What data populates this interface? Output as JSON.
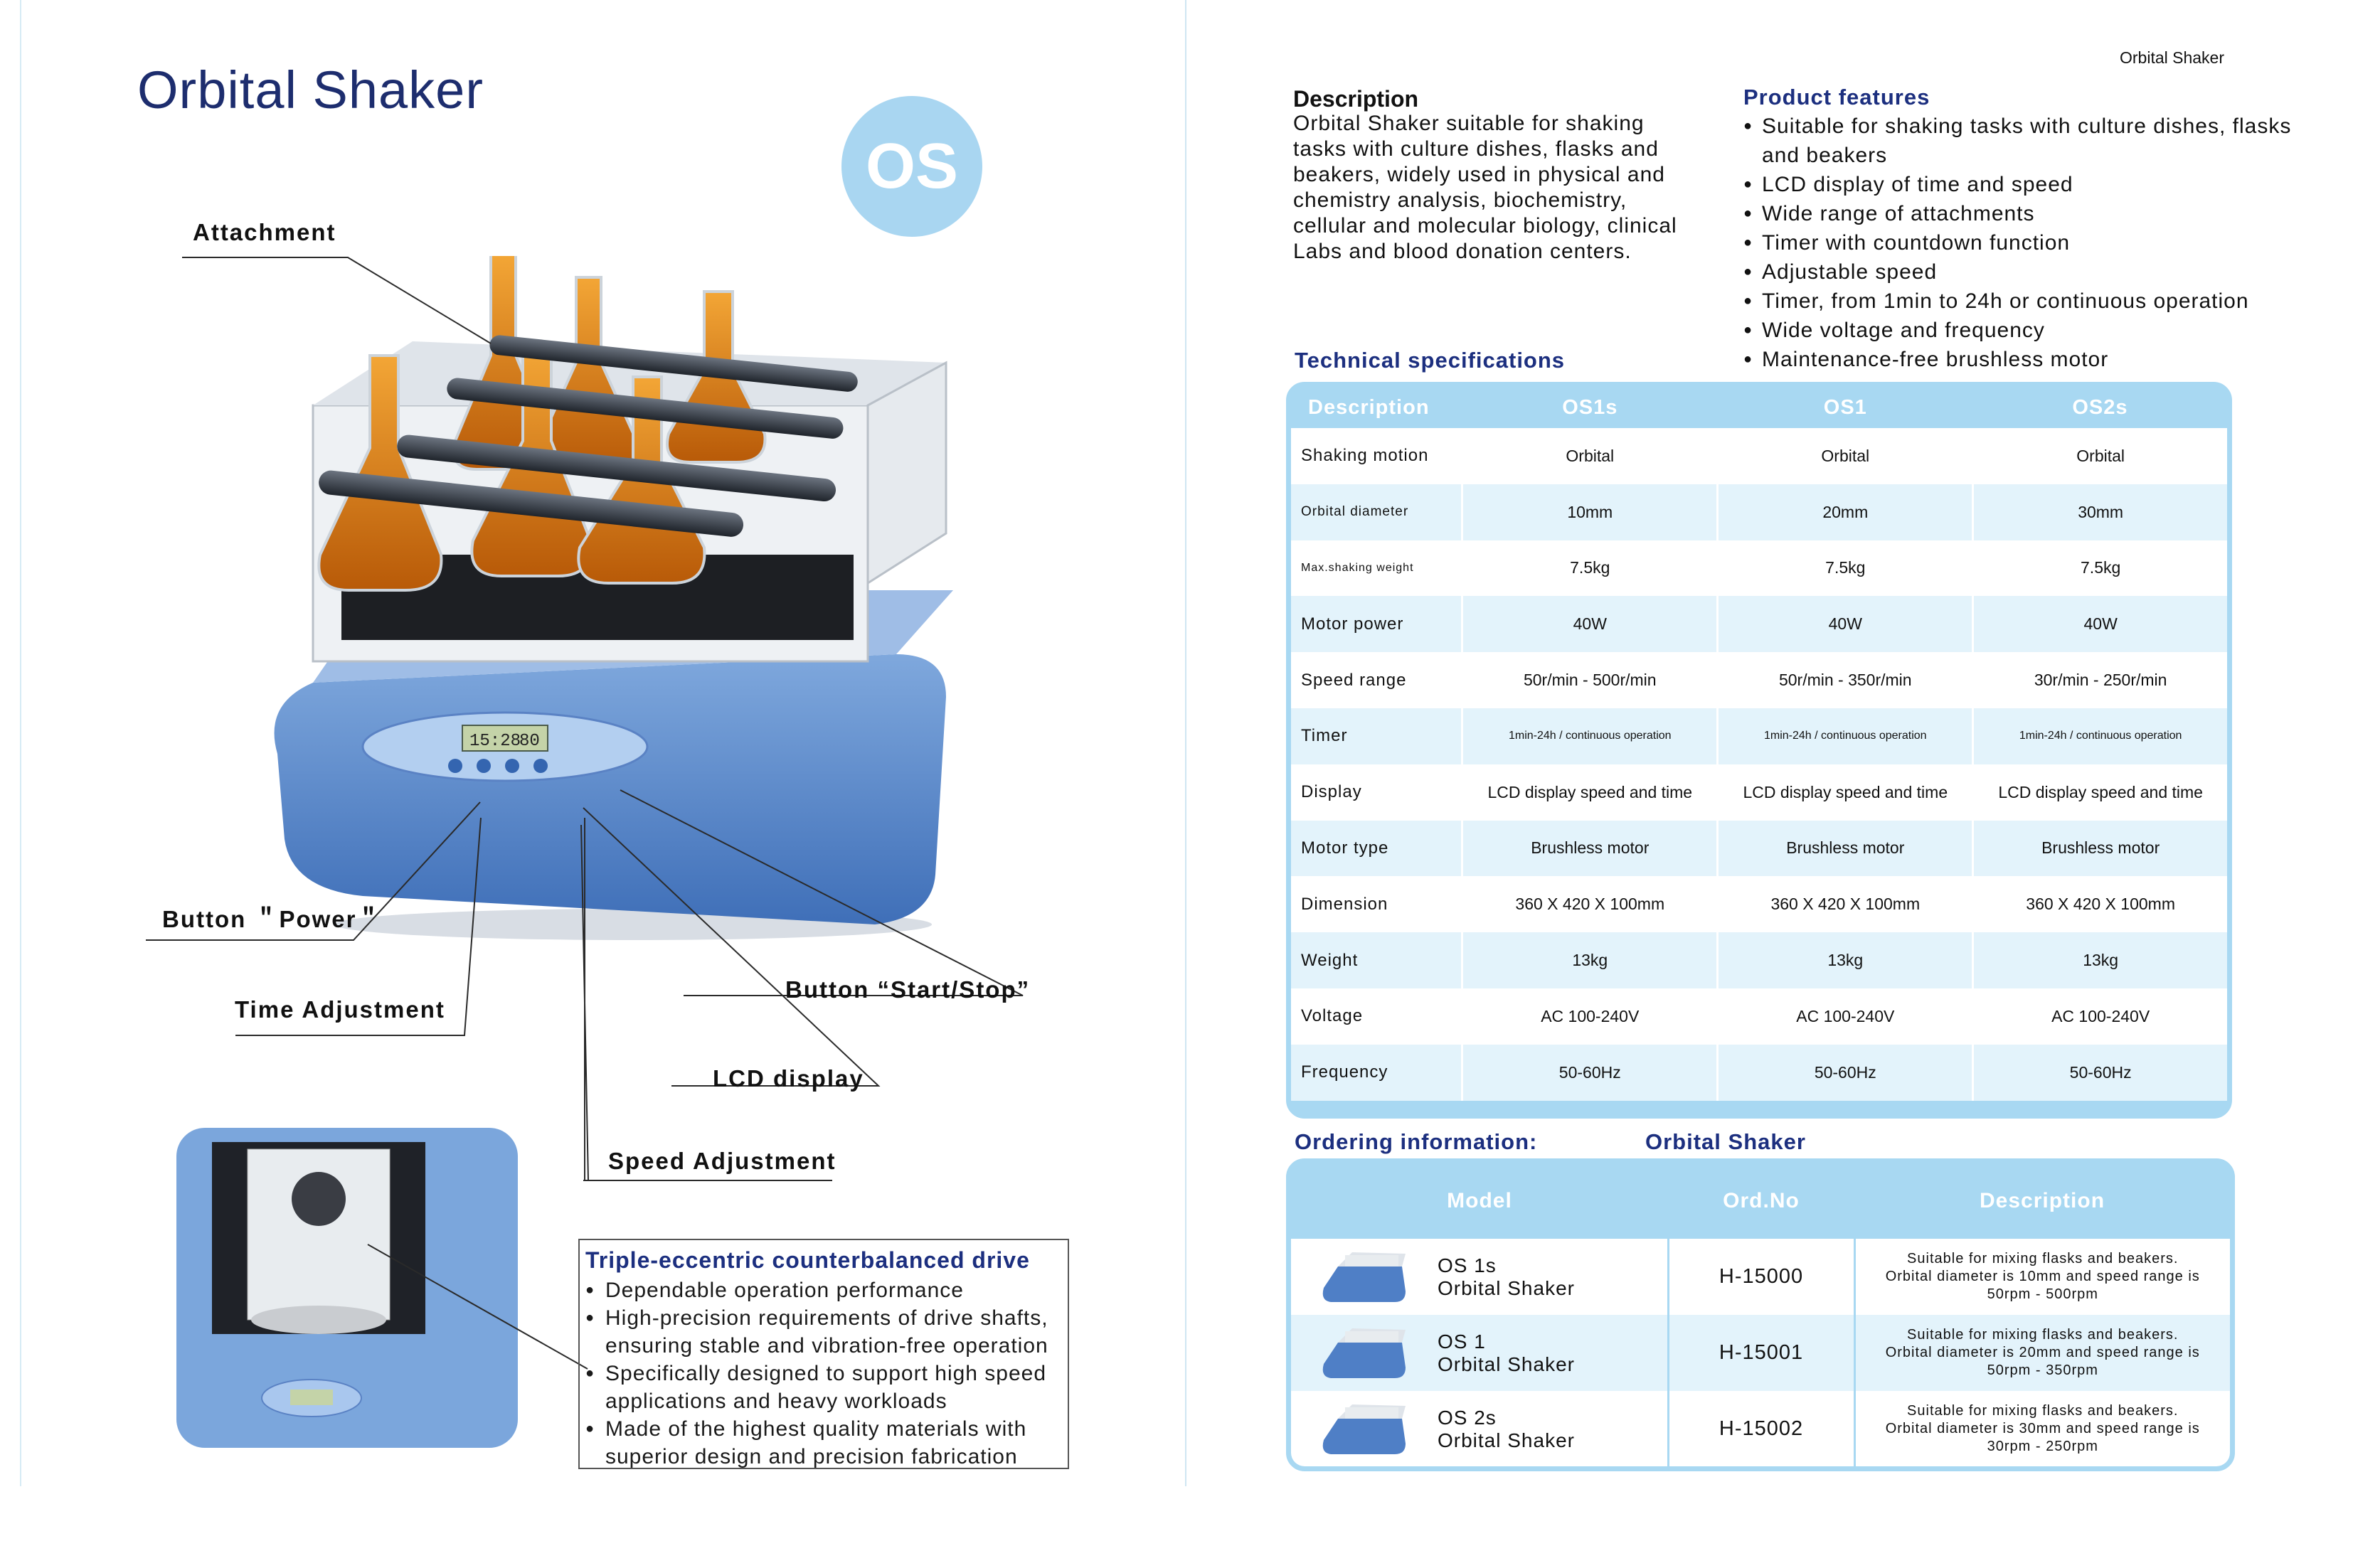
{
  "left": {
    "title": "Orbital Shaker",
    "badge": "OS",
    "callouts": {
      "attachment": "Attachment",
      "power": "Button ＂Power＂",
      "time": "Time  Adjustment",
      "startstop": "Button “Start/Stop”",
      "lcd": "LCD display",
      "speed": "Speed  Adjustment"
    },
    "lcd_readout": {
      "time": "15:28",
      "speed": "80"
    },
    "drive": {
      "heading": "Triple-eccentric counterbalanced drive",
      "items": [
        "Dependable operation performance",
        "High-precision requirements of drive shafts, ensuring stable and vibration-free operation",
        "Specifically designed to support high speed applications and heavy workloads",
        "Made of the highest quality materials with superior design and precision fabrication"
      ]
    }
  },
  "right": {
    "brand": "Orbital Shaker",
    "description": {
      "heading": "Description",
      "text": "Orbital Shaker suitable for shaking tasks with culture dishes, flasks and beakers, widely used in physical and chemistry analysis, biochemistry, cellular and molecular biology, clinical Labs and blood donation centers."
    },
    "features": {
      "heading": "Product features",
      "items": [
        "Suitable for shaking tasks with culture dishes, flasks and beakers",
        "LCD display of time and speed",
        "Wide range of attachments",
        "Timer with countdown function",
        "Adjustable speed",
        "Timer, from 1min to 24h or continuous operation",
        "Wide voltage and frequency",
        " Maintenance-free brushless motor"
      ]
    },
    "specs": {
      "heading": "Technical specifications",
      "headers": [
        "Description",
        "OS1s",
        "OS1",
        "OS2s"
      ],
      "rows": [
        [
          "Shaking motion",
          "Orbital",
          "Orbital",
          "Orbital"
        ],
        [
          "Orbital diameter",
          "10mm",
          "20mm",
          "30mm"
        ],
        [
          "Max.shaking weight",
          "7.5kg",
          "7.5kg",
          "7.5kg"
        ],
        [
          "Motor power",
          "40W",
          "40W",
          "40W"
        ],
        [
          "Speed range",
          "50r/min - 500r/min",
          "50r/min - 350r/min",
          "30r/min - 250r/min"
        ],
        [
          "Timer",
          "1min-24h / continuous operation",
          "1min-24h / continuous operation",
          "1min-24h / continuous operation"
        ],
        [
          "Display",
          "LCD display speed and time",
          "LCD display speed and time",
          "LCD display speed and time"
        ],
        [
          "Motor type",
          "Brushless motor",
          "Brushless motor",
          "Brushless motor"
        ],
        [
          "Dimension",
          "360 X 420 X 100mm",
          "360 X 420 X 100mm",
          "360 X 420 X 100mm"
        ],
        [
          "Weight",
          "13kg",
          "13kg",
          "13kg"
        ],
        [
          "Voltage",
          "AC 100-240V",
          "AC 100-240V",
          "AC 100-240V"
        ],
        [
          "Frequency",
          "50-60Hz",
          "50-60Hz",
          "50-60Hz"
        ]
      ]
    },
    "ordering": {
      "heading": "Ordering information:",
      "product": "Orbital Shaker",
      "headers": [
        "Model",
        "Ord.No",
        "Description"
      ],
      "rows": [
        {
          "model": "OS 1s",
          "name": "Orbital Shaker",
          "ord": "H-15000",
          "desc1": "Suitable for mixing flasks and beakers.",
          "desc2": "Orbital diameter is 10mm and speed range is",
          "desc3": "50rpm - 500rpm"
        },
        {
          "model": "OS 1",
          "name": "Orbital Shaker",
          "ord": "H-15001",
          "desc1": "Suitable for mixing flasks and beakers.",
          "desc2": "Orbital diameter is 20mm and speed range is",
          "desc3": "50rpm - 350rpm"
        },
        {
          "model": "OS 2s",
          "name": "Orbital Shaker",
          "ord": "H-15002",
          "desc1": "Suitable for mixing flasks and beakers.",
          "desc2": "Orbital diameter is 30mm and speed range is",
          "desc3": "30rpm - 250rpm"
        }
      ]
    }
  }
}
